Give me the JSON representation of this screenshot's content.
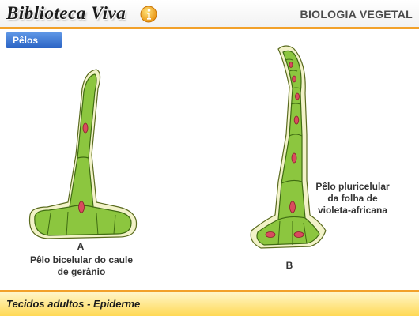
{
  "header": {
    "brand": "Biblioteca Viva",
    "subject": "BIOLOGIA VEGETAL"
  },
  "tab": {
    "label": "Pêlos"
  },
  "figure_a": {
    "letter": "A",
    "caption_line1": "Pêlo bicelular do caule",
    "caption_line2": "de gerânio"
  },
  "figure_b": {
    "letter": "B",
    "caption_line1": "Pêlo pluricelular",
    "caption_line2": "da folha de",
    "caption_line3": "violeta-africana"
  },
  "footer": {
    "text": "Tecidos adultos - Epiderme"
  },
  "colors": {
    "accent": "#f2a12a",
    "tab": "#3a73d4",
    "cell": "#8cc63f",
    "nucleus": "#d94b5e"
  }
}
